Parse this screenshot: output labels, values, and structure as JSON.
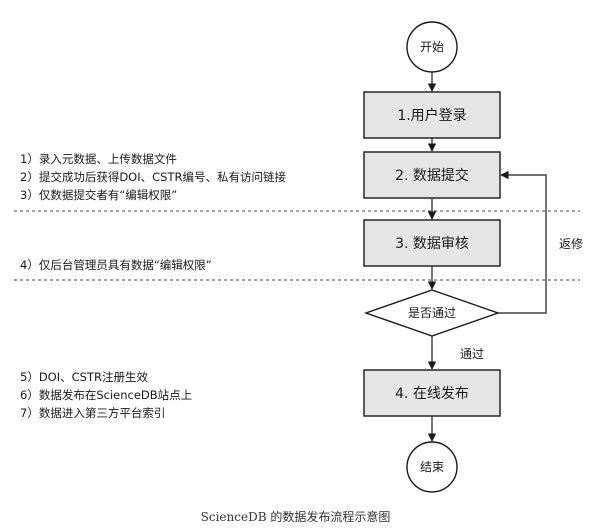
{
  "nodes": {
    "start": "开始",
    "login": "1.用户登录",
    "submit": "2. 数据提交",
    "review": "3. 数据审核",
    "decision": "是否通过",
    "publish": "4. 在线发布",
    "end": "结束"
  },
  "edges": {
    "revise": "返修",
    "pass": "通过"
  },
  "notes": {
    "submit_group": [
      "1）录入元数据、上传数据文件",
      "2）提交成功后获得DOI、CSTR编号、私有访问链接",
      "3）仅数据提交者有“编辑权限”"
    ],
    "review_group": [
      "4）仅后台管理员具有数据“编辑权限”"
    ],
    "publish_group": [
      "5）DOI、CSTR注册生效",
      "6）数据发布在ScienceDB站点上",
      "7）数据进入第三方平台索引"
    ]
  },
  "caption": "ScienceDB 的数据发布流程示意图",
  "colors": {
    "box_fill": "#e6e6e6",
    "stroke": "#1a1a1a",
    "divider": "#444444"
  }
}
